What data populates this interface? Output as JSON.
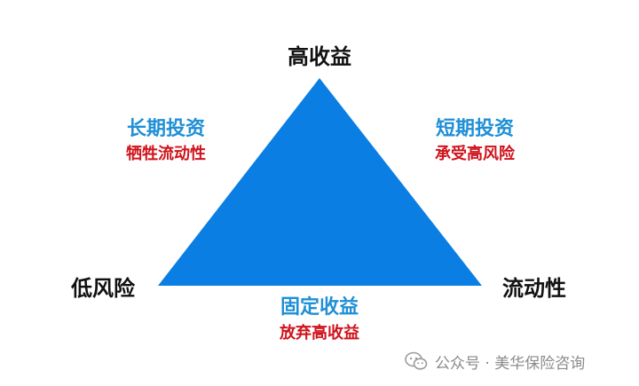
{
  "diagram": {
    "top_vertex": "高收益",
    "left_vertex": "低风险",
    "right_vertex": "流动性",
    "left_side": {
      "title": "长期投资",
      "subtitle": "牺牲流动性"
    },
    "right_side": {
      "title": "短期投资",
      "subtitle": "承受高风险"
    },
    "bottom_side": {
      "title": "固定收益",
      "subtitle": "放弃高收益"
    },
    "triangle_color": "#0a7ee3"
  },
  "watermark": {
    "icon": "wechat-icon",
    "text": "公众号 · 美华保险咨询"
  }
}
